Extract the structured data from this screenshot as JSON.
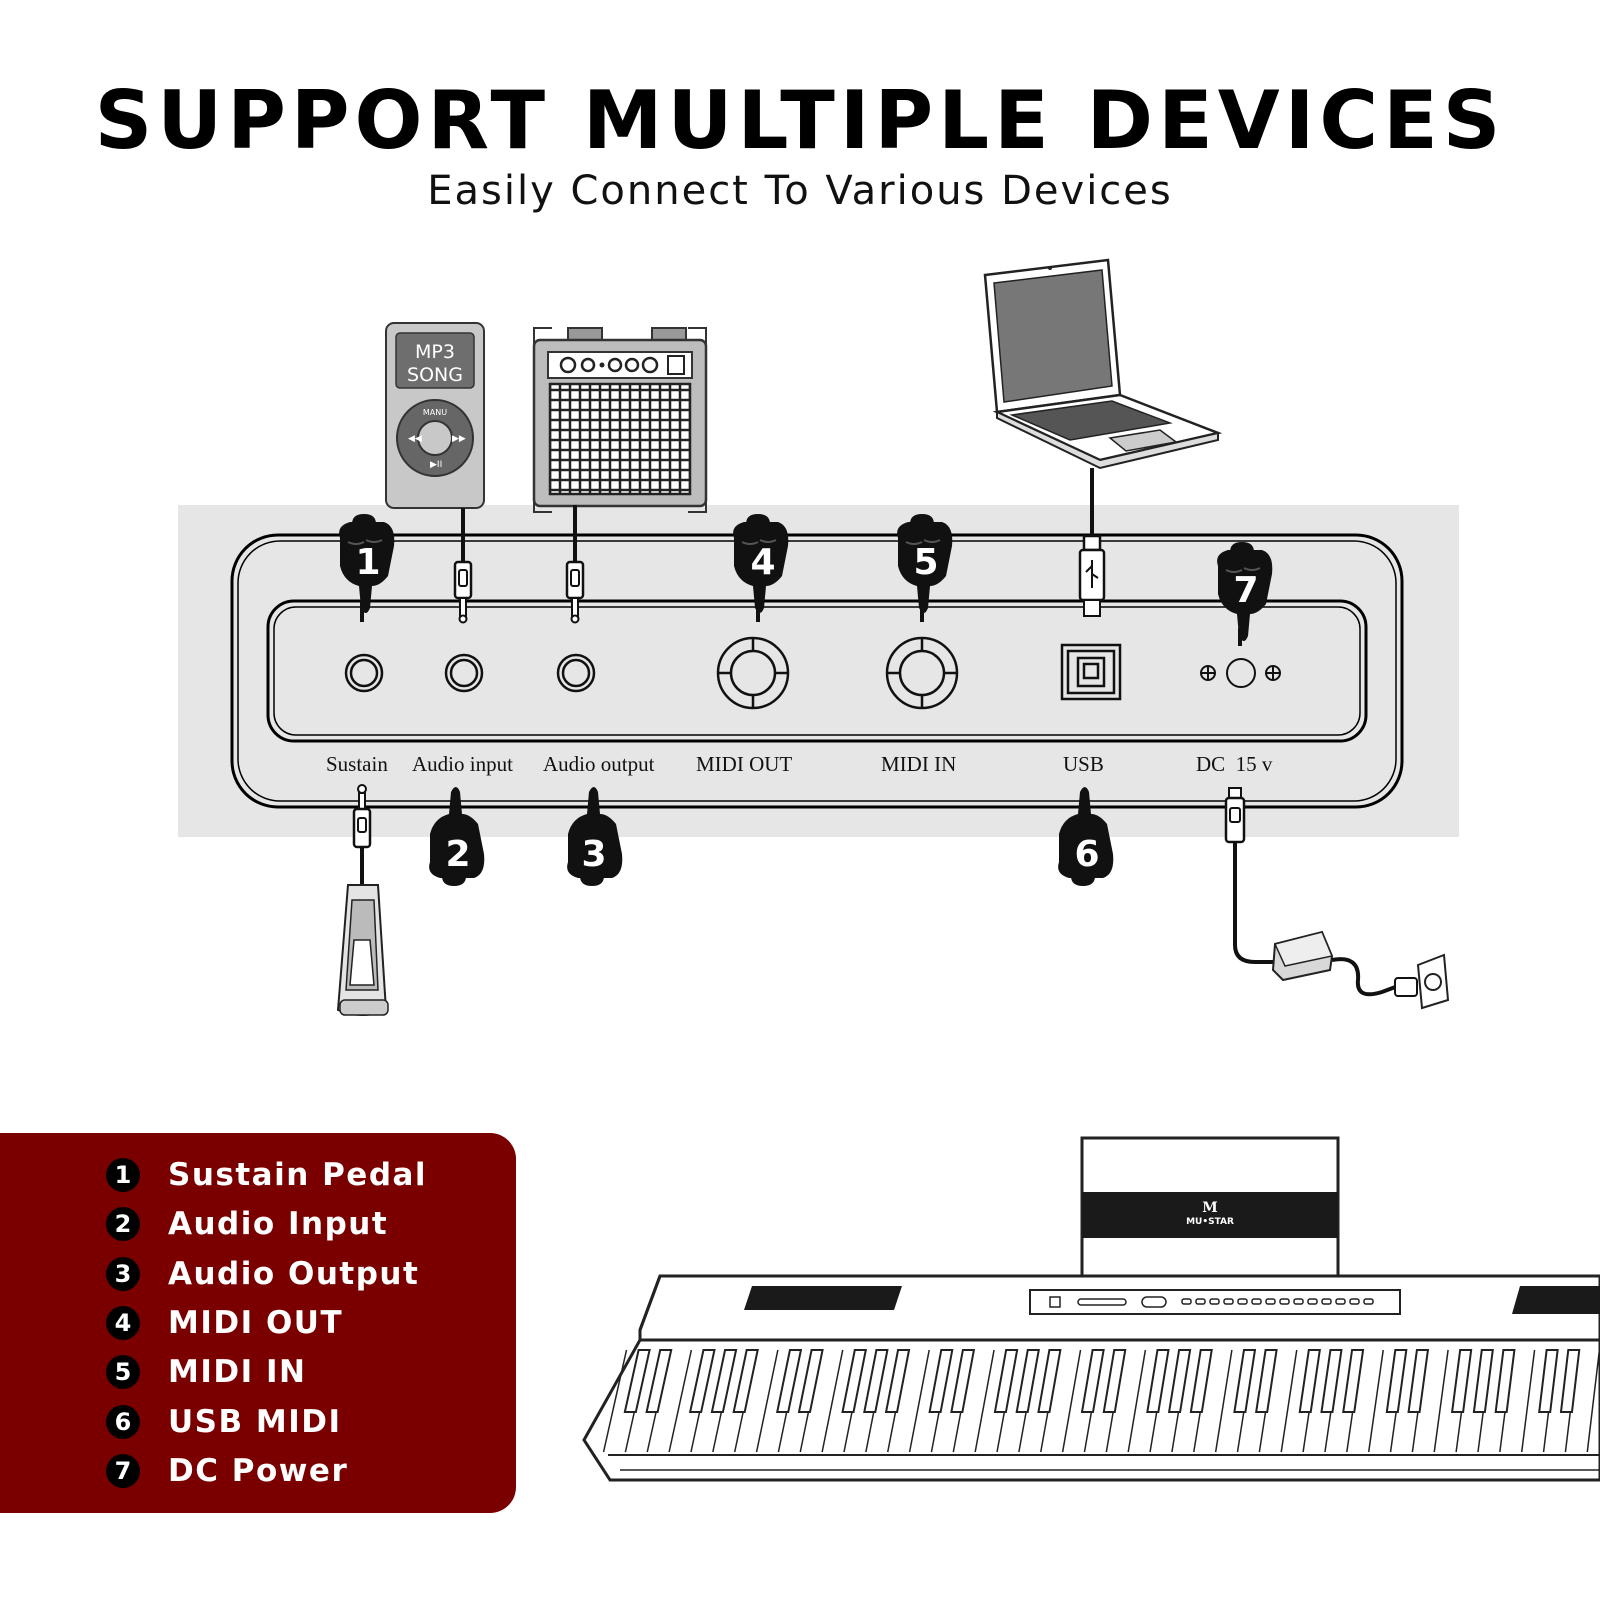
{
  "header": {
    "title": "SUPPORT MULTIPLE DEVICES",
    "subtitle": "Easily Connect To Various Devices"
  },
  "devices": {
    "mp3_screen_line1": "MP3",
    "mp3_screen_line2": "SONG",
    "mp3_wheel_label": "MANU",
    "logo_text": "MU•STAR"
  },
  "panel": {
    "port_labels": [
      "Sustain",
      "Audio input",
      "Audio output",
      "MIDI OUT",
      "MIDI IN",
      "USB",
      "DC  15 v"
    ],
    "callout_numbers": [
      "1",
      "2",
      "3",
      "4",
      "5",
      "6",
      "7"
    ]
  },
  "legend": {
    "items": [
      {
        "num": "1",
        "label": "Sustain Pedal"
      },
      {
        "num": "2",
        "label": "Audio Input"
      },
      {
        "num": "3",
        "label": "Audio Output"
      },
      {
        "num": "4",
        "label": "MIDI OUT"
      },
      {
        "num": "5",
        "label": "MIDI IN"
      },
      {
        "num": "6",
        "label": "USB MIDI"
      },
      {
        "num": "7",
        "label": "DC Power"
      }
    ]
  },
  "colors": {
    "legend_bg": "#7a0000",
    "panel_bg": "#e6e6e6",
    "ink": "#000000"
  }
}
